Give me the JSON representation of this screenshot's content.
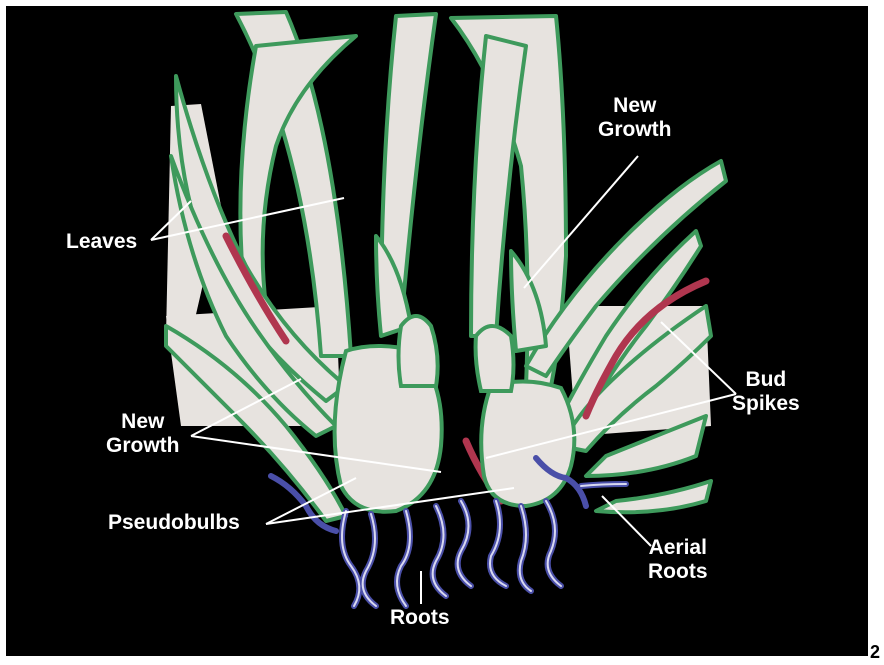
{
  "labels": {
    "leaves": "Leaves",
    "new_growth_top": [
      "New",
      "Growth"
    ],
    "new_growth_left": [
      "New",
      "Growth"
    ],
    "bud_spikes": [
      "Bud",
      "Spikes"
    ],
    "pseudobulbs": "Pseudobulbs",
    "aerial_roots": [
      "Aerial",
      "Roots"
    ],
    "roots": "Roots"
  },
  "page_number": "2",
  "colors": {
    "background": "#000000",
    "plant_fill": "#e7e3df",
    "leaf_outline": "#3e9a5c",
    "bud_spike": "#b0364f",
    "root": "#4a4fa8",
    "label_text": "#ffffff"
  }
}
